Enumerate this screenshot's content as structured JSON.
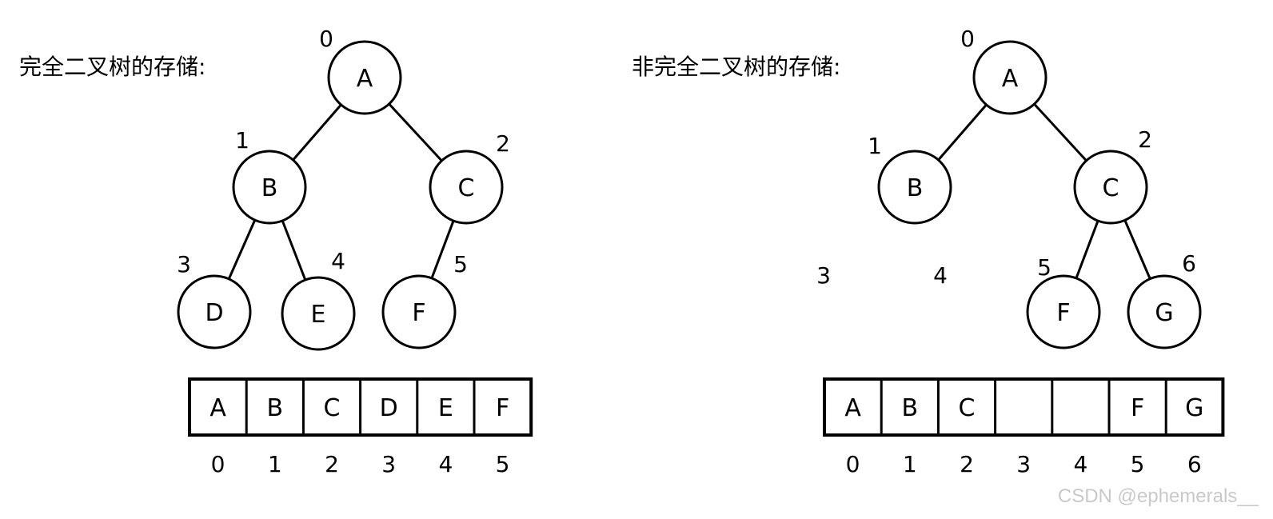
{
  "left_panel": {
    "title": "完全二叉树的存储:",
    "tree": [
      {
        "label": "A",
        "index": "0"
      },
      {
        "label": "B",
        "index": "1"
      },
      {
        "label": "C",
        "index": "2"
      },
      {
        "label": "D",
        "index": "3"
      },
      {
        "label": "E",
        "index": "4"
      },
      {
        "label": "F",
        "index": "5"
      }
    ],
    "edges": [
      [
        "A",
        "B"
      ],
      [
        "A",
        "C"
      ],
      [
        "B",
        "D"
      ],
      [
        "B",
        "E"
      ],
      [
        "C",
        "F"
      ]
    ],
    "array": [
      "A",
      "B",
      "C",
      "D",
      "E",
      "F"
    ],
    "array_indices": [
      "0",
      "1",
      "2",
      "3",
      "4",
      "5"
    ]
  },
  "right_panel": {
    "title": "非完全二叉树的存储:",
    "tree": [
      {
        "label": "A",
        "index": "0"
      },
      {
        "label": "B",
        "index": "1"
      },
      {
        "label": "C",
        "index": "2"
      },
      {
        "label": "",
        "index": "3"
      },
      {
        "label": "",
        "index": "4"
      },
      {
        "label": "F",
        "index": "5"
      },
      {
        "label": "G",
        "index": "6"
      }
    ],
    "edges": [
      [
        "A",
        "B"
      ],
      [
        "A",
        "C"
      ],
      [
        "C",
        "F"
      ],
      [
        "C",
        "G"
      ]
    ],
    "array": [
      "A",
      "B",
      "C",
      "",
      "",
      "F",
      "G"
    ],
    "array_indices": [
      "0",
      "1",
      "2",
      "3",
      "4",
      "5",
      "6"
    ]
  },
  "watermark": "CSDN @ephemerals__"
}
